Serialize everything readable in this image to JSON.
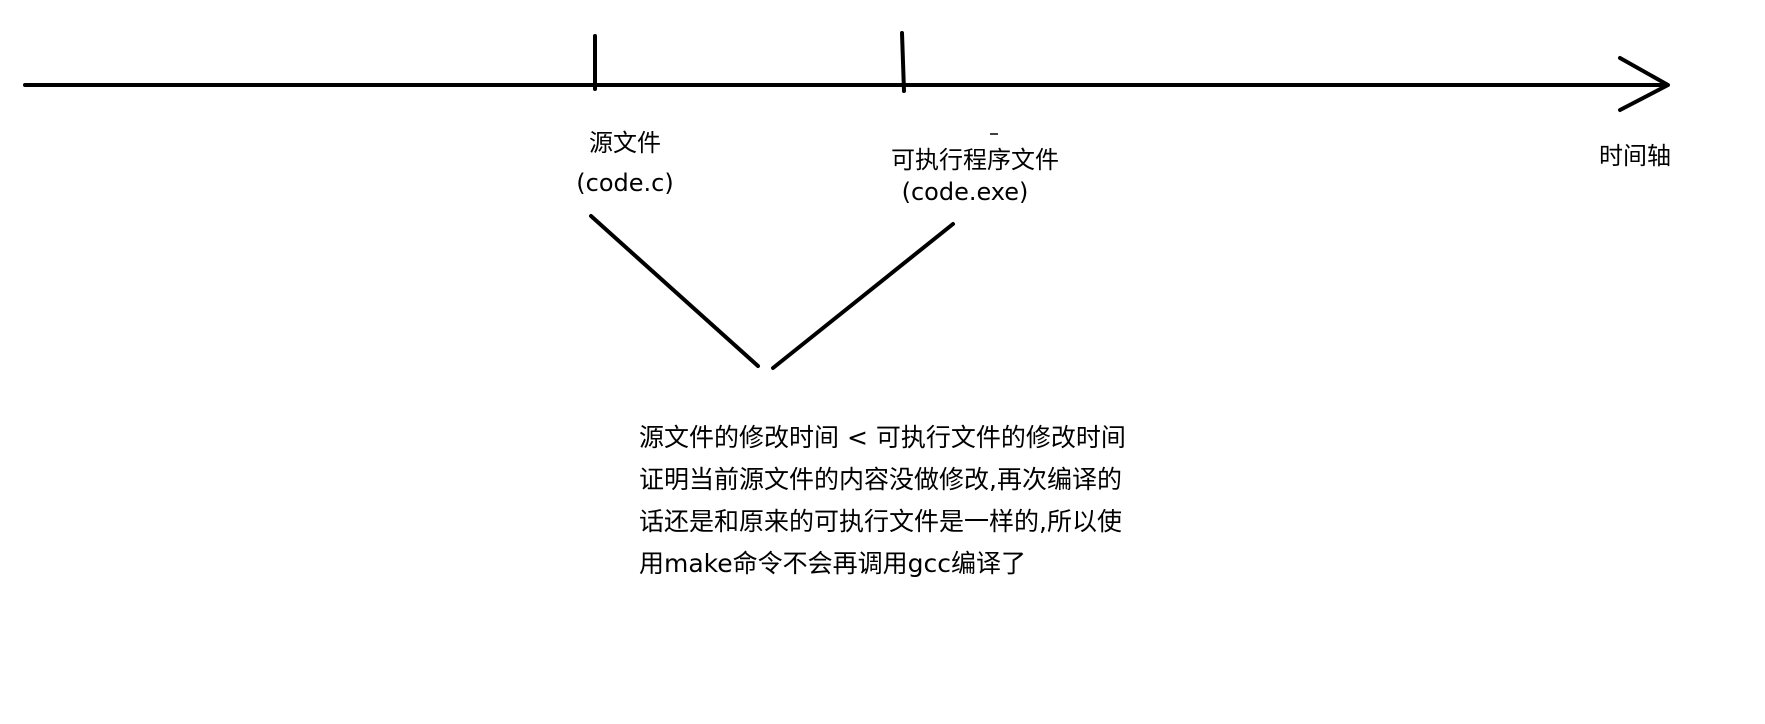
{
  "timeline": {
    "axis_label": "时间轴",
    "events": [
      {
        "label": "源文件",
        "file": "(code.c)"
      },
      {
        "label": "可执行程序文件",
        "file": "(code.exe)"
      }
    ]
  },
  "explanation": {
    "lines": [
      "源文件的修改时间 < 可执行文件的修改时间",
      "证明当前源文件的内容没做修改,再次编译的",
      "话还是和原来的可执行文件是一样的,所以使",
      "用make命令不会再调用gcc编译了"
    ]
  },
  "colors": {
    "ink": "#000000",
    "background": "#ffffff"
  }
}
